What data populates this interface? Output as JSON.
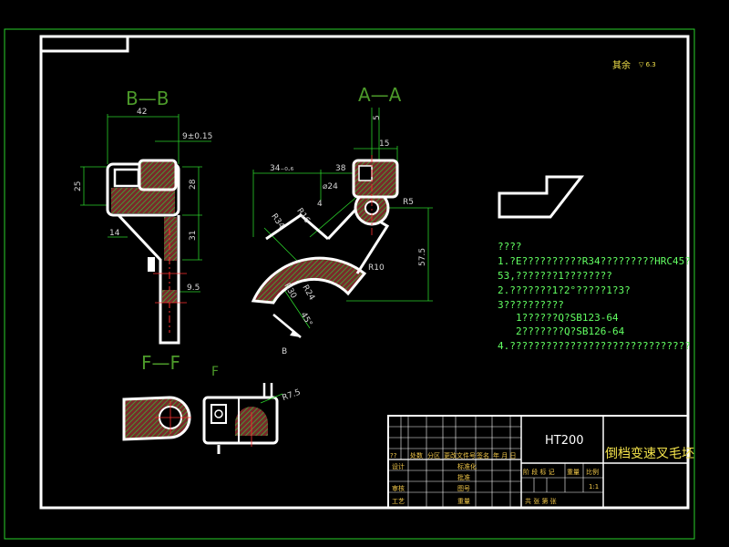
{
  "views": {
    "bb": "B—B",
    "aa": "A—A",
    "ff": "F—F",
    "f_arrow": "F",
    "b_arrow": "B"
  },
  "roughness_note": "其余",
  "roughness_symbol": "▽ 6.3",
  "dimensions": {
    "bb_width": "42",
    "bb_tol": "9±0.15",
    "bb_25": "25",
    "bb_28": "28",
    "bb_31": "31",
    "bb_14": "14",
    "bb_95": "9.5",
    "aa_top": "15",
    "aa_5": "5",
    "aa_34": "34₋₀.₆",
    "aa_38": "38",
    "aa_d24": "⌀24",
    "aa_r5": "R5",
    "aa_r34": "R34",
    "aa_r16": "R16",
    "aa_r10": "R10",
    "aa_575": "57.5",
    "aa_r30": "R30",
    "aa_r24": "R24",
    "aa_45": "45°",
    "aa_4": "4",
    "ff_r75": "R7.5"
  },
  "notes": [
    "????",
    "1.?E??????????R34?????????HRC45?",
    "53,???????1????????",
    "2.???????1?2°?????1?3?",
    "3??????????",
    "1??????Q?SB123-64",
    "2???????Q?SB126-64",
    "4.??????????????????????????????"
  ],
  "title_block": {
    "material": "HT200",
    "part_name": "倒档变速叉毛坯",
    "row_marks": [
      "??",
      "处数",
      "分区",
      "更改文件号",
      "签名",
      "年 月 日"
    ],
    "left_labels": [
      "设计",
      "审核",
      "工艺"
    ],
    "mid_labels": [
      "标准化",
      "批准",
      "图号",
      "重量"
    ],
    "stage_labels": [
      "阶 段 标 记",
      "重量",
      "比例"
    ],
    "scale": "1:1",
    "sheet_footer": "共  张  第  张"
  },
  "colors": {
    "background": "#000000",
    "frame": "#ffffff",
    "outline": "#ffffff",
    "section_fill": "#7a2a2a",
    "section_hatch": "#3ab03a",
    "dimension": "#2ad02a",
    "center_line": "#ff3030",
    "note_text": "#62ff62",
    "title_text": "#f3e24a"
  }
}
